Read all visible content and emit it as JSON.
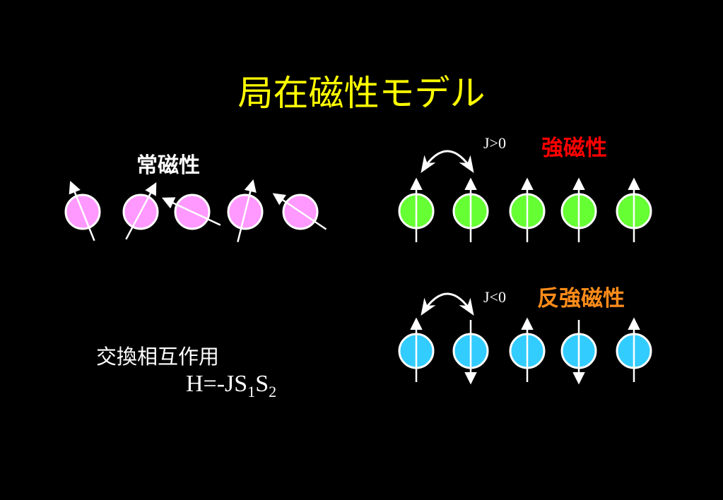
{
  "title": "局在磁性モデル",
  "paramagnetism": {
    "label": "常磁性",
    "spins": [
      {
        "angle_deg": -22
      },
      {
        "angle_deg": 28
      },
      {
        "angle_deg": -65
      },
      {
        "angle_deg": 14
      },
      {
        "angle_deg": -56
      }
    ]
  },
  "ferromagnetism": {
    "label": "強磁性",
    "coupling": "J>0",
    "spins": [
      "up",
      "up",
      "up",
      "up",
      "up"
    ]
  },
  "antiferromagnetism": {
    "label": "反強磁性",
    "coupling": "J<0",
    "spins": [
      "up",
      "down",
      "up",
      "down",
      "up"
    ]
  },
  "exchange": {
    "label": "交換相互作用",
    "formula": {
      "base": "H=-JS",
      "sub1": "1",
      "mid": "S",
      "sub2": "2"
    }
  },
  "colors": {
    "title": "#ffff00",
    "para_fill": "#ff99ff",
    "ferro_fill": "#66ff33",
    "anti_fill": "#33ccff",
    "ferro_label": "#ff0000",
    "anti_label": "#ff8c1a"
  }
}
